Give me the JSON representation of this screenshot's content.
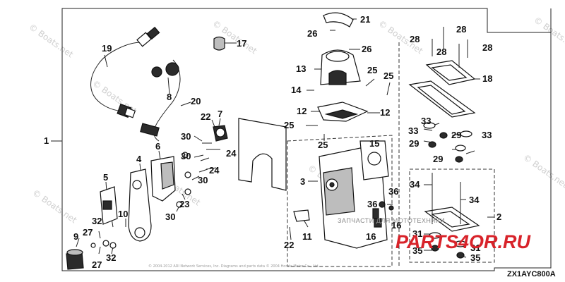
{
  "diagram": {
    "code": "ZX1AYC800A",
    "copyright": "© 2004-2012 ARI Network Services, Inc. Diagrams and parts data © 2004 Honda Motor Co., Ltd.",
    "watermarks": [
      "© Boats.net",
      "© Boats.net",
      "© Boats.net",
      "© Boats.net",
      "© Boats.net",
      "© Boats.net",
      "© Boats.net",
      "© Boats.net",
      "© Boats.net"
    ],
    "brand": {
      "logo": "PARTS4OR.RU",
      "tagline": "ЗАПЧАСТИ ДЛЯ МОТОТЕХНИКИ"
    },
    "callouts": [
      "1",
      "2",
      "3",
      "4",
      "5",
      "6",
      "7",
      "8",
      "9",
      "10",
      "11",
      "12",
      "12",
      "13",
      "14",
      "15",
      "16",
      "16",
      "17",
      "18",
      "19",
      "20",
      "21",
      "22",
      "22",
      "23",
      "24",
      "24",
      "25",
      "25",
      "25",
      "25",
      "26",
      "26",
      "27",
      "27",
      "28",
      "28",
      "28",
      "28",
      "29",
      "29",
      "29",
      "30",
      "30",
      "30",
      "30",
      "31",
      "31",
      "32",
      "32",
      "33",
      "33",
      "33",
      "34",
      "34",
      "35",
      "35",
      "36",
      "36"
    ]
  },
  "colors": {
    "ink": "#111111",
    "watermark": "#cfcfcf",
    "brand": "#d8232a"
  }
}
